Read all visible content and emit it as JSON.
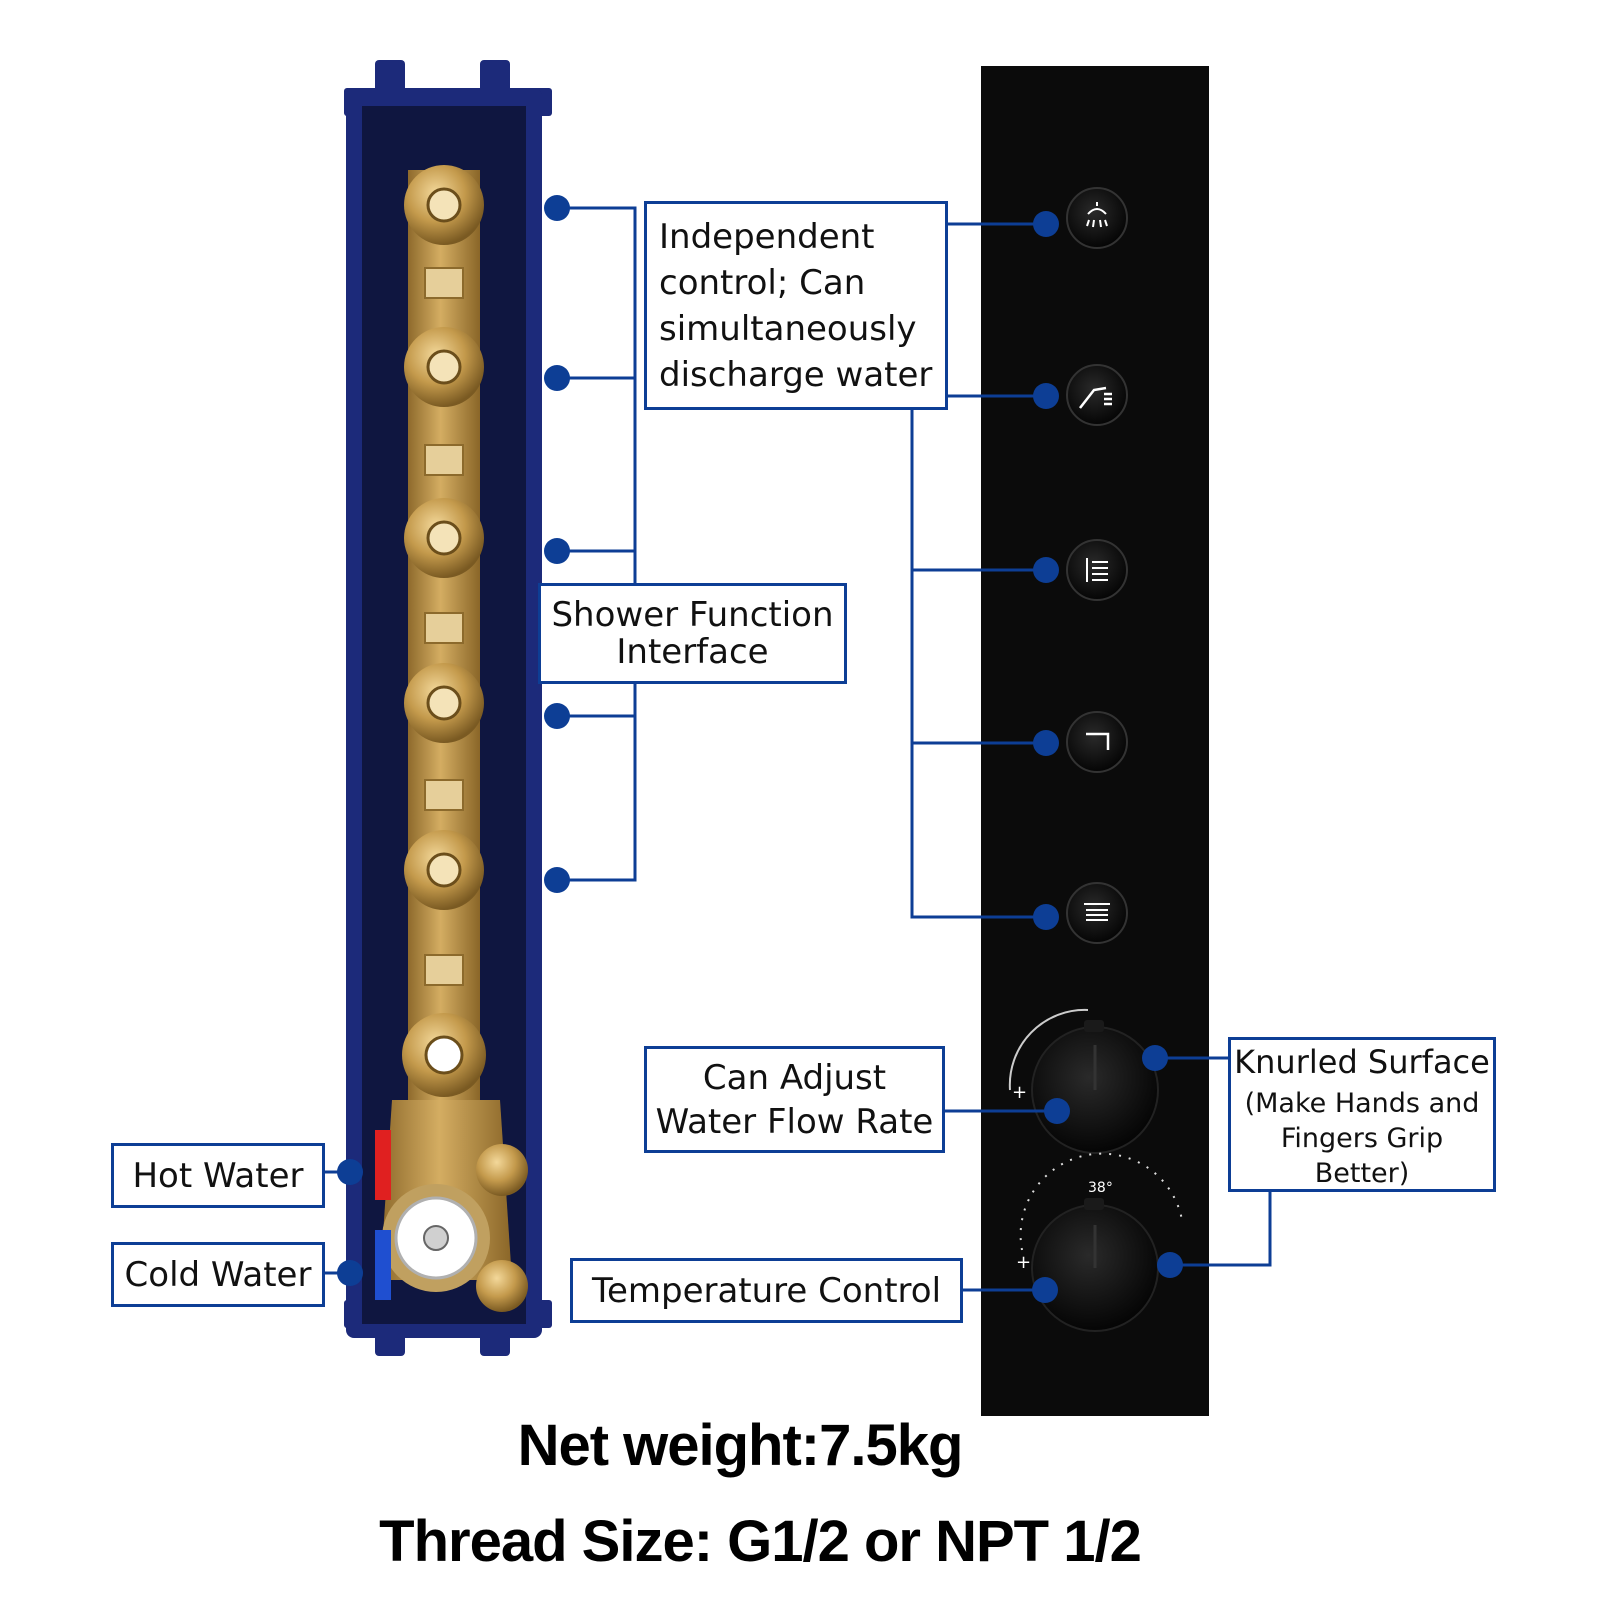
{
  "colors": {
    "callout_blue": "#0d3e95",
    "frame_blue": "#1c2a7a",
    "brass": "#c49a4c",
    "panel_black": "#0b0b0b",
    "hot_red": "#e02020",
    "cold_blue": "#1f4fd0"
  },
  "labels": {
    "independent": [
      "Independent",
      "control; Can",
      "simultaneously",
      "discharge water"
    ],
    "shower_interface": [
      "Shower Function",
      "Interface"
    ],
    "flow_rate": [
      "Can Adjust",
      "Water Flow Rate"
    ],
    "knurled": [
      "Knurled Surface",
      "(Make Hands and",
      "Fingers Grip Better)"
    ],
    "hot_water": "Hot Water",
    "cold_water": "Cold Water",
    "temperature": "Temperature Control"
  },
  "panel": {
    "buttons": [
      "shower-head-icon",
      "hand-shower-icon",
      "body-jet-icon",
      "tub-spout-icon",
      "rain-shower-icon"
    ],
    "temp_scale_label": "38°",
    "plus_sign": "+"
  },
  "specs": {
    "net_weight": "Net weight:7.5kg",
    "thread_size": "Thread Size: G1/2 or NPT 1/2"
  }
}
